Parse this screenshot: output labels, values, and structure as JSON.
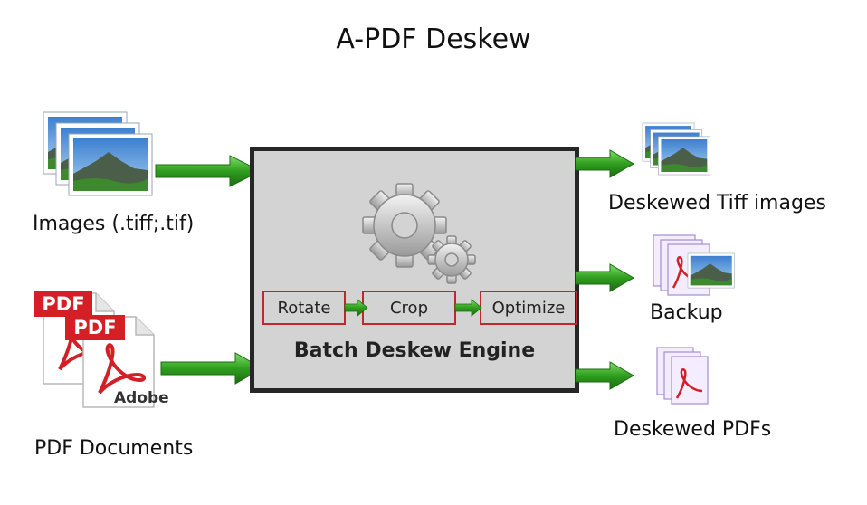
{
  "title": "A-PDF Deskew",
  "inputs": {
    "images_label": "Images (.tiff;.tif)",
    "pdf_label": "PDF Documents",
    "pdf_badge": "PDF",
    "adobe_text": "Adobe"
  },
  "engine": {
    "name": "Batch Deskew Engine",
    "steps": [
      "Rotate",
      "Crop",
      "Optimize"
    ]
  },
  "outputs": {
    "tiff_label": "Deskewed Tiff images",
    "backup_label": "Backup",
    "pdf_label": "Deskewed PDFs"
  },
  "colors": {
    "arrow_green": "#2f9e1e",
    "step_border": "#c0292b",
    "engine_fill": "#d3d3d3",
    "pdf_red": "#d51f26"
  }
}
